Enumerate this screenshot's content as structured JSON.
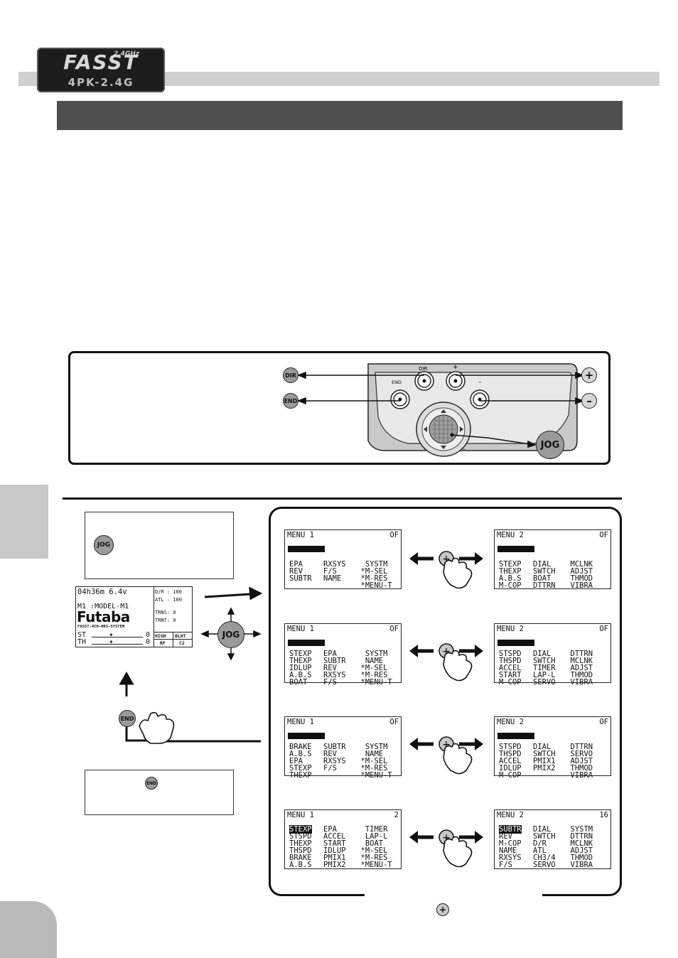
{
  "header": {
    "logo_band": "2.4GHz",
    "logo_name": "FASST",
    "logo_model": "4PK-2.4G"
  },
  "key_diagram": {
    "dir_label": "DIR",
    "end_label": "END",
    "jog_label": "JOG",
    "plus_label": "+",
    "minus_label": "–",
    "panel_dir": "DIR",
    "panel_end": "END",
    "panel_plus": "+",
    "panel_minus": "–"
  },
  "left": {
    "jog_note_icon": "JOG",
    "end_note_icon": "END",
    "end_icon": "END",
    "jog_dir_icon": "JOG"
  },
  "home_screen": {
    "timer": "04h36m 6.4v",
    "model": "M1 :MODEL-M1",
    "brand": "Futaba",
    "system": "FASST-4CH-HRS-SYSTEM",
    "dr": "D/R  :  100",
    "atl": "ATL  :  100",
    "trns": "TRNS:    0",
    "trnt": "TRNT:    0",
    "st": "ST",
    "th": "TH",
    "st_val": "0",
    "th_val": "0",
    "b_high": "HIGH",
    "b_blht": "BLHT",
    "b_rf": "RF",
    "b_c2": "C2"
  },
  "screens": [
    {
      "left": {
        "title": "MENU 1",
        "status": "OF",
        "c1": "EPA\nREV\nSUBTR",
        "c2": "RXSYS\nF/S\nNAME",
        "c3": " SYSTM\n*M-SEL\n*M-RES\n*MENU-T"
      },
      "right": {
        "title": "MENU 2",
        "status": "OF",
        "c1": "STEXP\nTHEXP\nA.B.S\nM-COP",
        "c2": "DIAL\nSWTCH\nBOAT\nDTTRN",
        "c3": "MCLNK\nADJST\nTHMOD\nVIBRA"
      }
    },
    {
      "left": {
        "title": "MENU 1",
        "status": "OF",
        "c1": "STEXP\nTHEXP\nIDLUP\nA.B.S\nBOAT",
        "c2": "EPA\nSUBTR\nREV\nRXSYS\nF/S",
        "c3": " SYSTM\n NAME\n*M-SEL\n*M-RES\n*MENU-T"
      },
      "right": {
        "title": "MENU 2",
        "status": "OF",
        "c1": "STSPD\nTHSPD\nACCEL\nSTART\nM-COP",
        "c2": "DIAL\nSWTCH\nTIMER\nLAP-L\nSERVO",
        "c3": "DTTRN\nMCLNK\nADJST\nTHMOD\nVIBRA"
      }
    },
    {
      "left": {
        "title": "MENU 1",
        "status": "OF",
        "c1": "BRAKE\nA.B.S\nEPA\nSTEXP\nTHEXP",
        "c2": "SUBTR\nREV\nRXSYS\nF/S",
        "c3": " SYSTM\n NAME\n*M-SEL\n*M-RES\n*MENU-T"
      },
      "right": {
        "title": "MENU 2",
        "status": "OF",
        "c1": "STSPD\nTHSPD\nACCEL\nIDLUP\nM-COP",
        "c2": "DIAL\nSWTCH\nPMIX1\nPMIX2",
        "c3": "DTTRN\nSERVO\nADJST\nTHMOD\nVIBRA"
      }
    },
    {
      "left": {
        "title": "MENU 1",
        "status": "2",
        "c1_hl": "STEXP",
        "c1": "STSPD\nTHEXP\nTHSPD\nBRAKE\nA.B.S",
        "c2": "EPA\nACCEL\nSTART\nIDLUP\nPMIX1\nPMIX2",
        "c3": " TIMER\n LAP-L\n BOAT\n*M-SEL\n*M-RES\n*MENU-T"
      },
      "right": {
        "title": "MENU 2",
        "status": "16",
        "c1_hl": "SUBTR",
        "c1": "REV\nM-COP\nNAME\nRXSYS\nF/S",
        "c2": "DIAL\nSWTCH\nD/R\nATL\nCH3/4\nSERVO",
        "c3": "SYSTM\nDTTRN\nMCLNK\nADJST\nTHMOD\nVIBRA"
      }
    }
  ],
  "footer": {
    "plus_icon": "+"
  },
  "colors": {
    "title_bar": "#4f4f4f",
    "stripe": "#cfcfcf",
    "button_grey": "#9a9a9a",
    "panel_grey": "#c9c9c9"
  }
}
